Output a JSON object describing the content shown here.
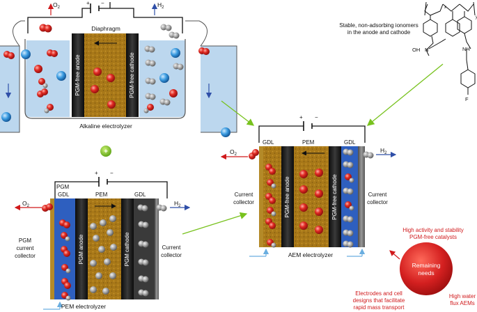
{
  "alkaline": {
    "caption": "Alkaline electrolyzer",
    "o2": "O",
    "o2_sub": "2",
    "h2": "H",
    "h2_sub": "2",
    "diaphragm": "Diaphragm",
    "anode": "PGM-free anode",
    "cathode": "PGM-free cathode",
    "power_plus": "+",
    "power_minus": "−"
  },
  "ionomer": {
    "text_line1": "Stable, non-adsorbing ionomers",
    "text_line2": "in the anode and cathode",
    "oh": "OH",
    "n": "N",
    "nh": "NH",
    "f": "F",
    "x": "x",
    "y": "y"
  },
  "combine_symbol": "+",
  "pem": {
    "caption": "PEM electrolyzer",
    "pgm": "PGM",
    "gdl_left": "GDL",
    "gdl_right": "GDL",
    "membrane": "PEM",
    "anode": "PGM anode",
    "cathode": "PGM cathode",
    "o2": "O",
    "o2_sub": "2",
    "h2": "H",
    "h2_sub": "2",
    "left_collector": [
      "PGM",
      "current",
      "collector"
    ],
    "right_collector": [
      "Current",
      "collector"
    ],
    "power_plus": "+",
    "power_minus": "−"
  },
  "aem": {
    "caption": "AEM electrolyzer",
    "gdl_left": "GDL",
    "gdl_right": "GDL",
    "membrane": "PEM",
    "anode": "PGM-free anode",
    "cathode": "PGM-free cathode",
    "o2": "O",
    "o2_sub": "2",
    "h2": "H",
    "h2_sub": "2",
    "left_collector": [
      "Current",
      "collector"
    ],
    "right_collector": [
      "Current",
      "collector"
    ],
    "power_plus": "+",
    "power_minus": "−"
  },
  "needs": {
    "center": [
      "Remaining",
      "needs"
    ],
    "activity": [
      "High activity and stability",
      "PGM-free catalysts"
    ],
    "electrodes": [
      "Electrodes and cell",
      "designs that facilitate",
      "rapid mass transport"
    ],
    "flux": [
      "High water",
      "flux AEMs"
    ]
  },
  "colors": {
    "o2_arrow": "#d0191b",
    "h2_arrow": "#2f4fa8",
    "green_arrow": "#78c21e",
    "red_text": "#d0191b",
    "electrolyte": "#bcd7ee",
    "catalyst_gold": "#a87818",
    "membrane_dark": "#161616",
    "cathode_blue": "#2e5fbf",
    "sphere_red": "#d42020"
  }
}
